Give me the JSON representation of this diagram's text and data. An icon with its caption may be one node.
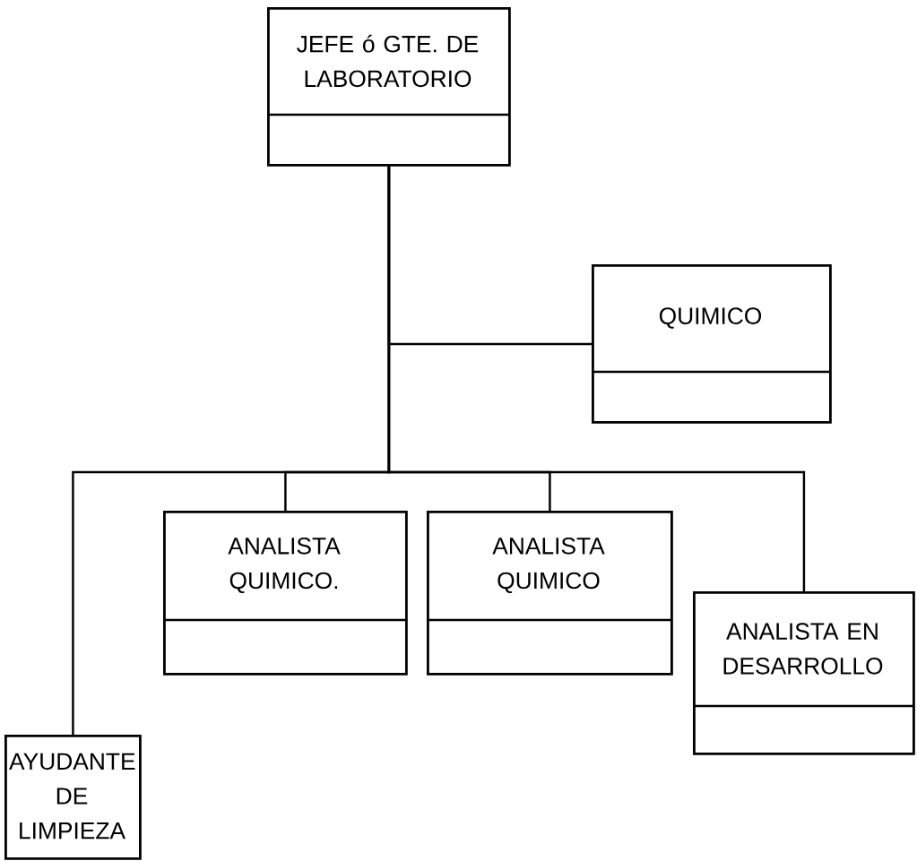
{
  "diagram": {
    "nodes": [
      {
        "text": [
          "JEFE ó GTE. DE LABORATORIO"
        ]
      },
      {
        "text": [
          "QUIMICO"
        ]
      },
      {
        "text": [
          "ANALISTA QUIMICO."
        ]
      },
      {
        "text": [
          "ANALISTA QUIMICO"
        ]
      },
      {
        "text": [
          "ANALISTA EN DESARROLLO"
        ]
      },
      {
        "text": [
          "AYUDANTE DE LIMPIEZA"
        ]
      }
    ],
    "edges": [
      {
        "from": 0,
        "to": 1,
        "arrow": "none"
      },
      {
        "from": 0,
        "to": 2,
        "arrow": "none"
      },
      {
        "from": 0,
        "to": 3,
        "arrow": "none"
      },
      {
        "from": 0,
        "to": 4,
        "arrow": "none"
      },
      {
        "from": 0,
        "to": 5,
        "arrow": "none"
      }
    ]
  }
}
